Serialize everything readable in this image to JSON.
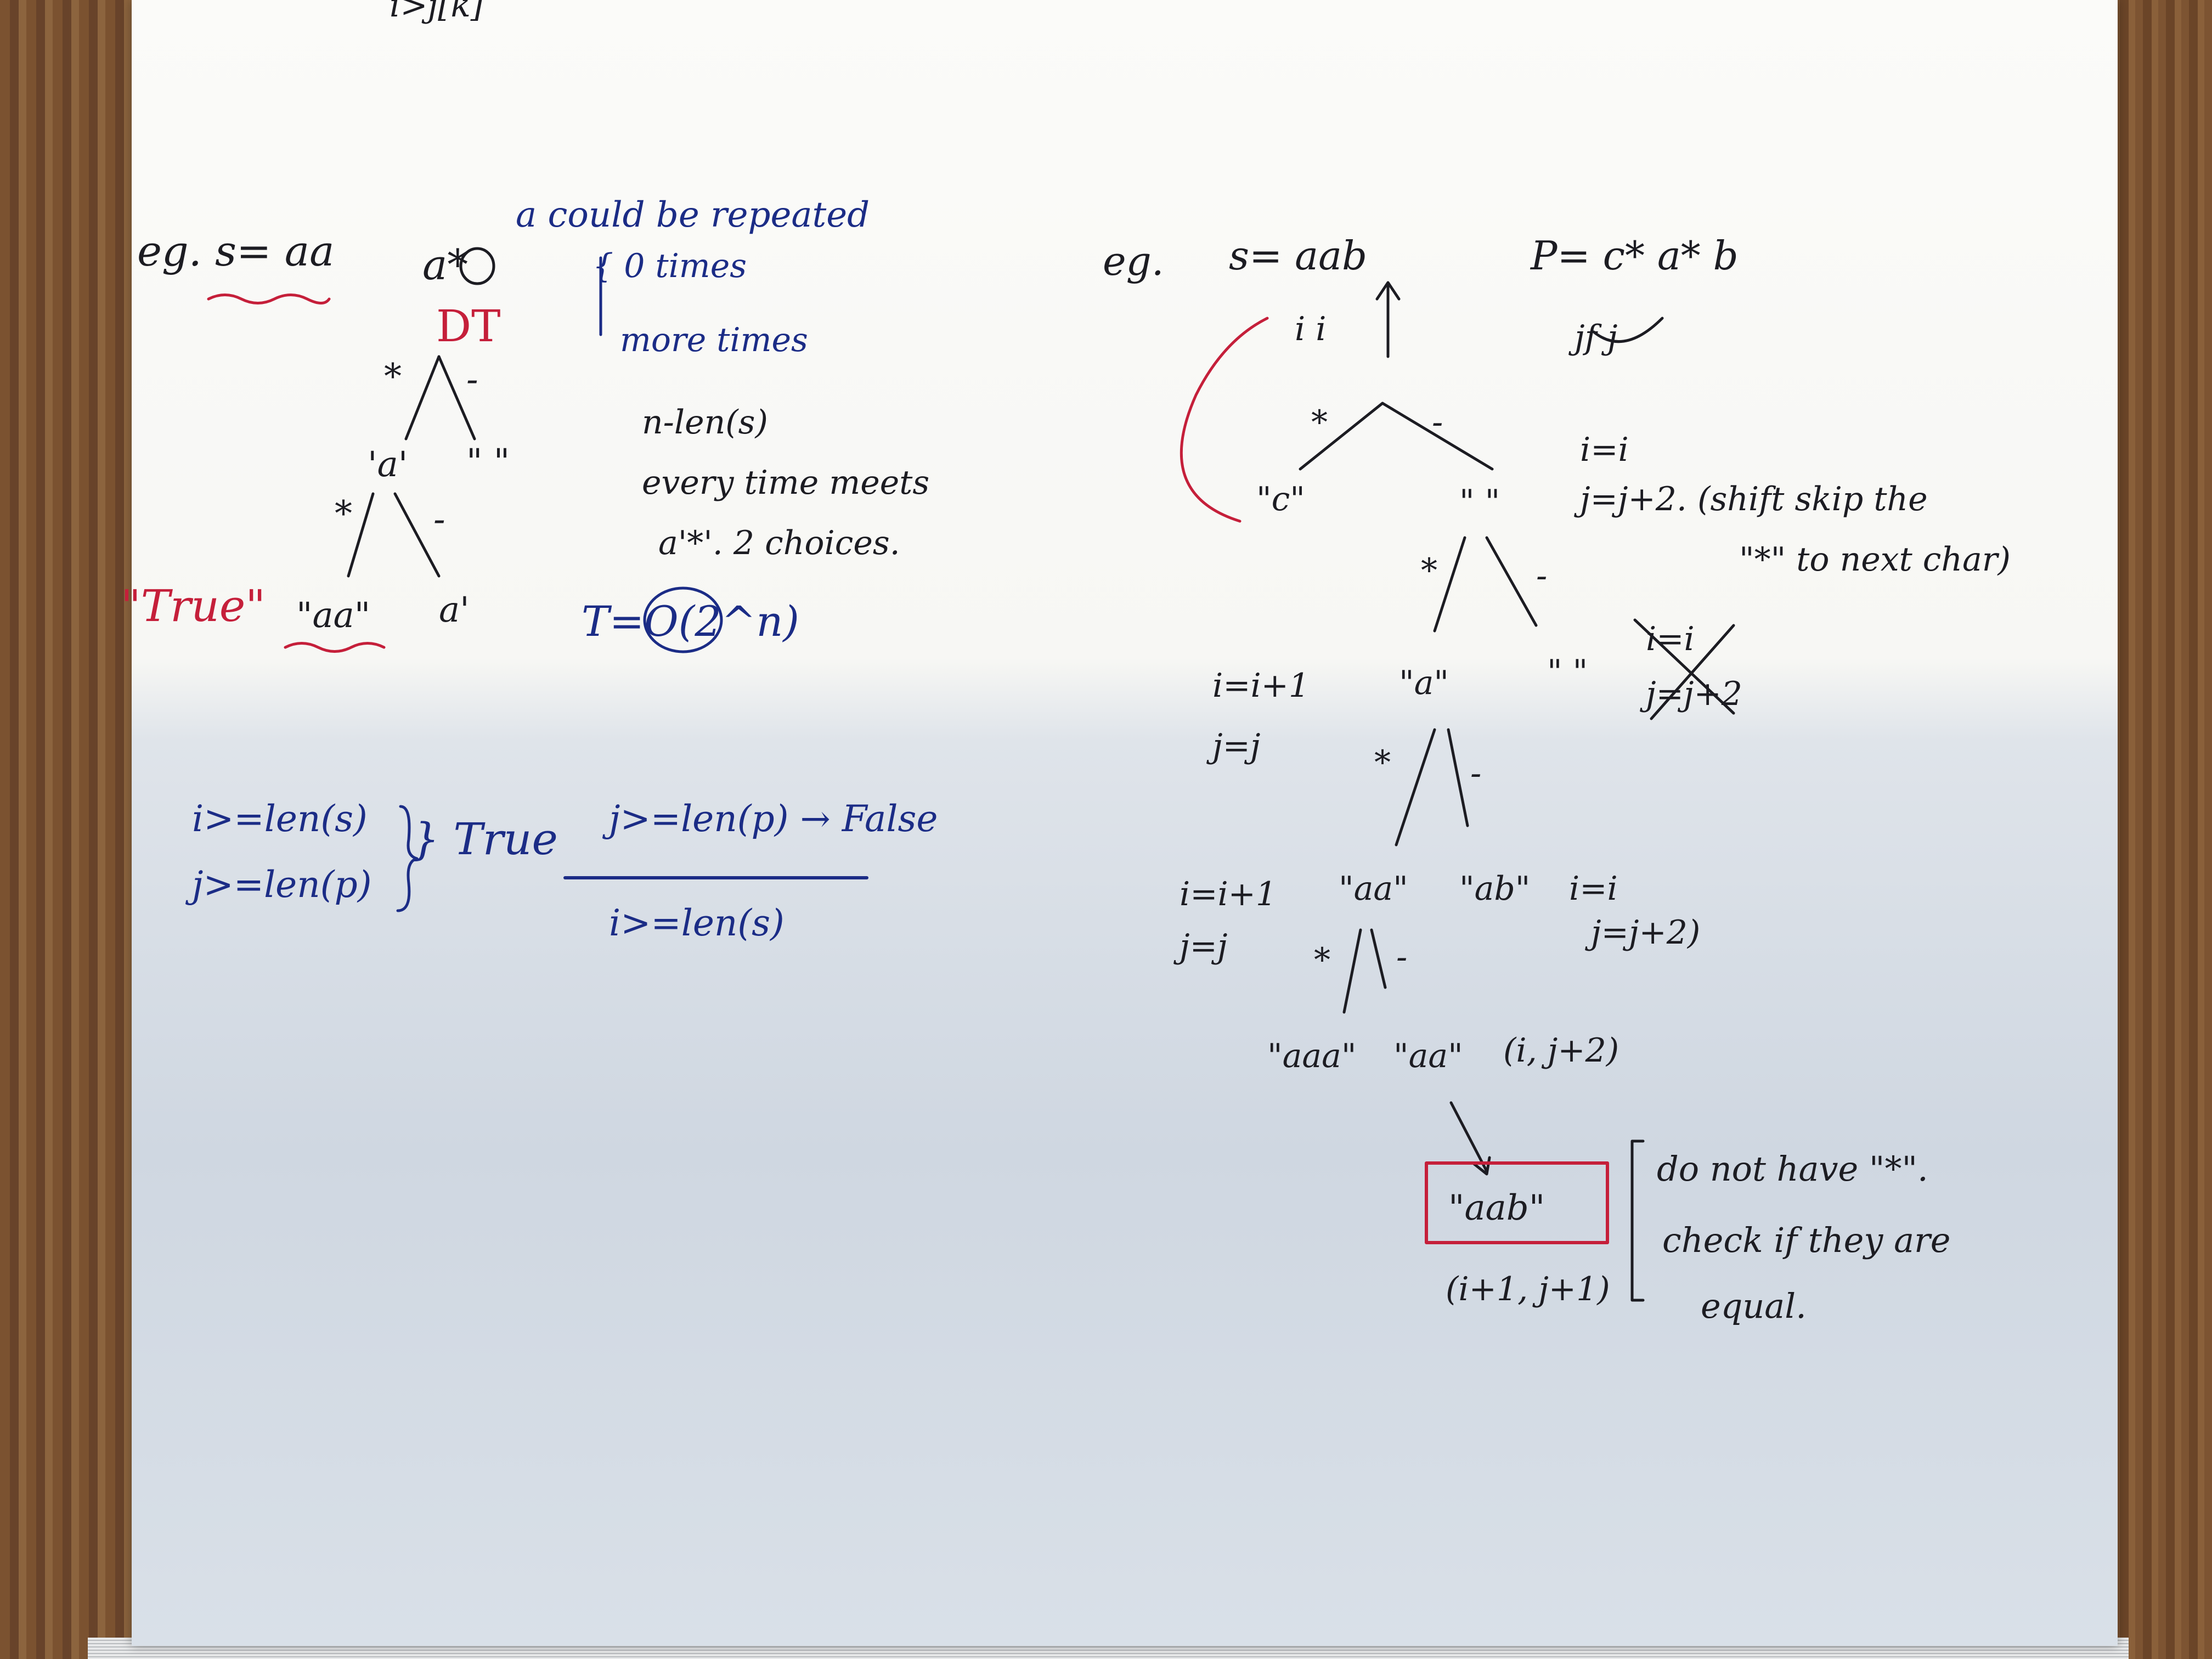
{
  "notes": {
    "top_fragment": "i>j[k]",
    "left": {
      "eg": "eg. s= aa",
      "pattern": "a*",
      "dt": "DT",
      "star": "*",
      "dash": "-",
      "node_a": "'a'",
      "node_empty": "\" \"",
      "node_aa": "\"aa\"",
      "node_a2": "a'",
      "true_label": "\"True\"",
      "note1": "a could be repeated",
      "note2": "{ 0 times",
      "note3": "more times",
      "note4": "n-len(s)",
      "note5": "every time meets",
      "note6": "a'*'. 2 choices.",
      "complexity": "T=O(2^n)",
      "cond1": "i>=len(s)",
      "cond2": "j>=len(p)",
      "cond_true": "} True",
      "frac_top": "j>=len(p) → False",
      "frac_bottom": "i>=len(s)"
    },
    "right": {
      "eg": "eg.",
      "s": "s= aab",
      "p": "P= c* a* b",
      "i_marks": "i   i",
      "j_marks": "jf  j",
      "star": "*",
      "dash": "-",
      "node_c": "\"c\"",
      "node_empty": "\" \"",
      "rule1a": "i=i",
      "rule1b": "j=j+2. (shift skip the",
      "rule1c": "\"*\" to next char)",
      "rule2a": "i=i+1",
      "rule2b": "j=j",
      "node_a": "\"a\"",
      "node_empty2": "\" \"",
      "crossed1": "i=i",
      "crossed2": "j=j+2",
      "rule3a": "i=i+1",
      "rule3b": "j=j",
      "node_aa": "\"aa\"",
      "node_ab": "\"ab\"",
      "rule4a": "i=i",
      "rule4b": "j=j+2)",
      "node_aaa": "\"aaa\"",
      "node_aa2": "\"aa\"",
      "tuple": "(i, j+2)",
      "boxed": "\"aab\"",
      "tuple2": "(i+1, j+1)",
      "note1": "do not have \"*\".",
      "note2": "check if they are",
      "note3": "equal."
    }
  },
  "colors": {
    "blue_ink": "#1b2c86",
    "black_ink": "#1c1c22",
    "red_ink": "#c51f3a"
  }
}
